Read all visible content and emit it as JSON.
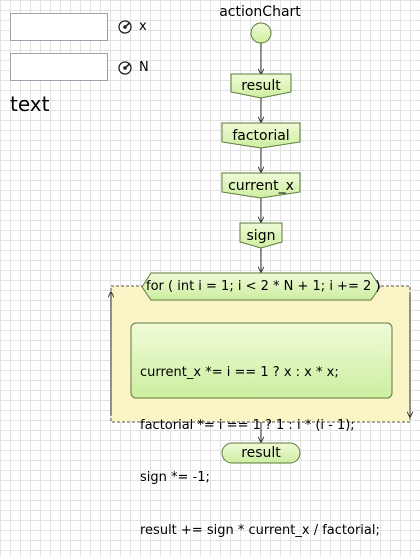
{
  "params": [
    {
      "name": "x",
      "value": ""
    },
    {
      "name": "N",
      "value": ""
    }
  ],
  "text_label": "text",
  "chart": {
    "title": "actionChart",
    "nodes": {
      "result_top": "result",
      "factorial": "factorial",
      "current_x": "current_x",
      "sign": "sign",
      "loop_header": "for ( int i = 1; i < 2 * N + 1; i += 2 )",
      "result_bottom": "result"
    },
    "code_lines": [
      "current_x *= i == 1 ? x : x * x;",
      "factorial *= i == 1 ? 1 : i * (i - 1);",
      "sign *= -1;",
      "result += sign * current_x / factorial;"
    ]
  },
  "colors": {
    "node_fill": "#dcf5b4",
    "node_stroke": "#5c7a3c",
    "loop_fill": "#fbf4c6",
    "loop_stroke": "#555555",
    "edge": "#333333",
    "grid": "#e2e2e2"
  }
}
